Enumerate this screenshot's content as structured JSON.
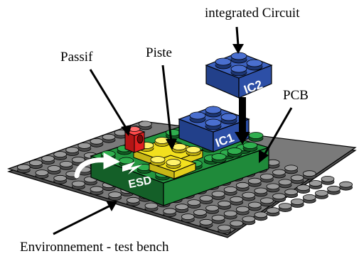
{
  "labels": {
    "integrated_circuit": "integrated Circuit",
    "passif": "Passif",
    "piste": "Piste",
    "pcb": "PCB",
    "environment": "Environnement - test bench"
  },
  "blocks": {
    "ic1": "IC1",
    "ic2": "IC2",
    "esd": "ESD"
  },
  "colors": {
    "baseplate": "#6e6e6e",
    "pcb": "#1f8a3a",
    "ic": "#2d4fa6",
    "track": "#f2e01e",
    "passive": "#e02020",
    "outline": "#000000"
  },
  "icons": {
    "esd_arrow": "curved-white-arrow-icon",
    "esd_spark": "lightning-bolt-icon"
  }
}
